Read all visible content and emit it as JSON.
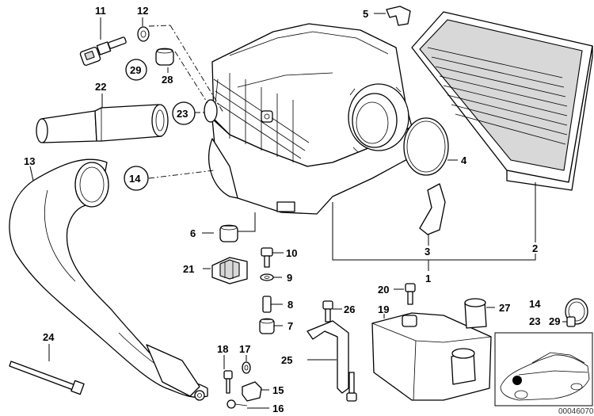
{
  "callouts": {
    "c1": "1",
    "c2": "2",
    "c3": "3",
    "c4": "4",
    "c5": "5",
    "c6": "6",
    "c7": "7",
    "c8": "8",
    "c9": "9",
    "c10": "10",
    "c11": "11",
    "c12": "12",
    "c13": "13",
    "c14": "14",
    "c15": "15",
    "c16": "16",
    "c17": "17",
    "c18": "18",
    "c19": "19",
    "c20": "20",
    "c21": "21",
    "c22": "22",
    "c23": "23",
    "c24": "24",
    "c25": "25",
    "c26": "26",
    "c27": "27",
    "c28": "28",
    "c29": "29"
  },
  "circled": {
    "c14": "14",
    "c23": "23",
    "c29": "29"
  },
  "kit": {
    "a": "14",
    "b": "23",
    "c": "29"
  },
  "reference": "00046070"
}
